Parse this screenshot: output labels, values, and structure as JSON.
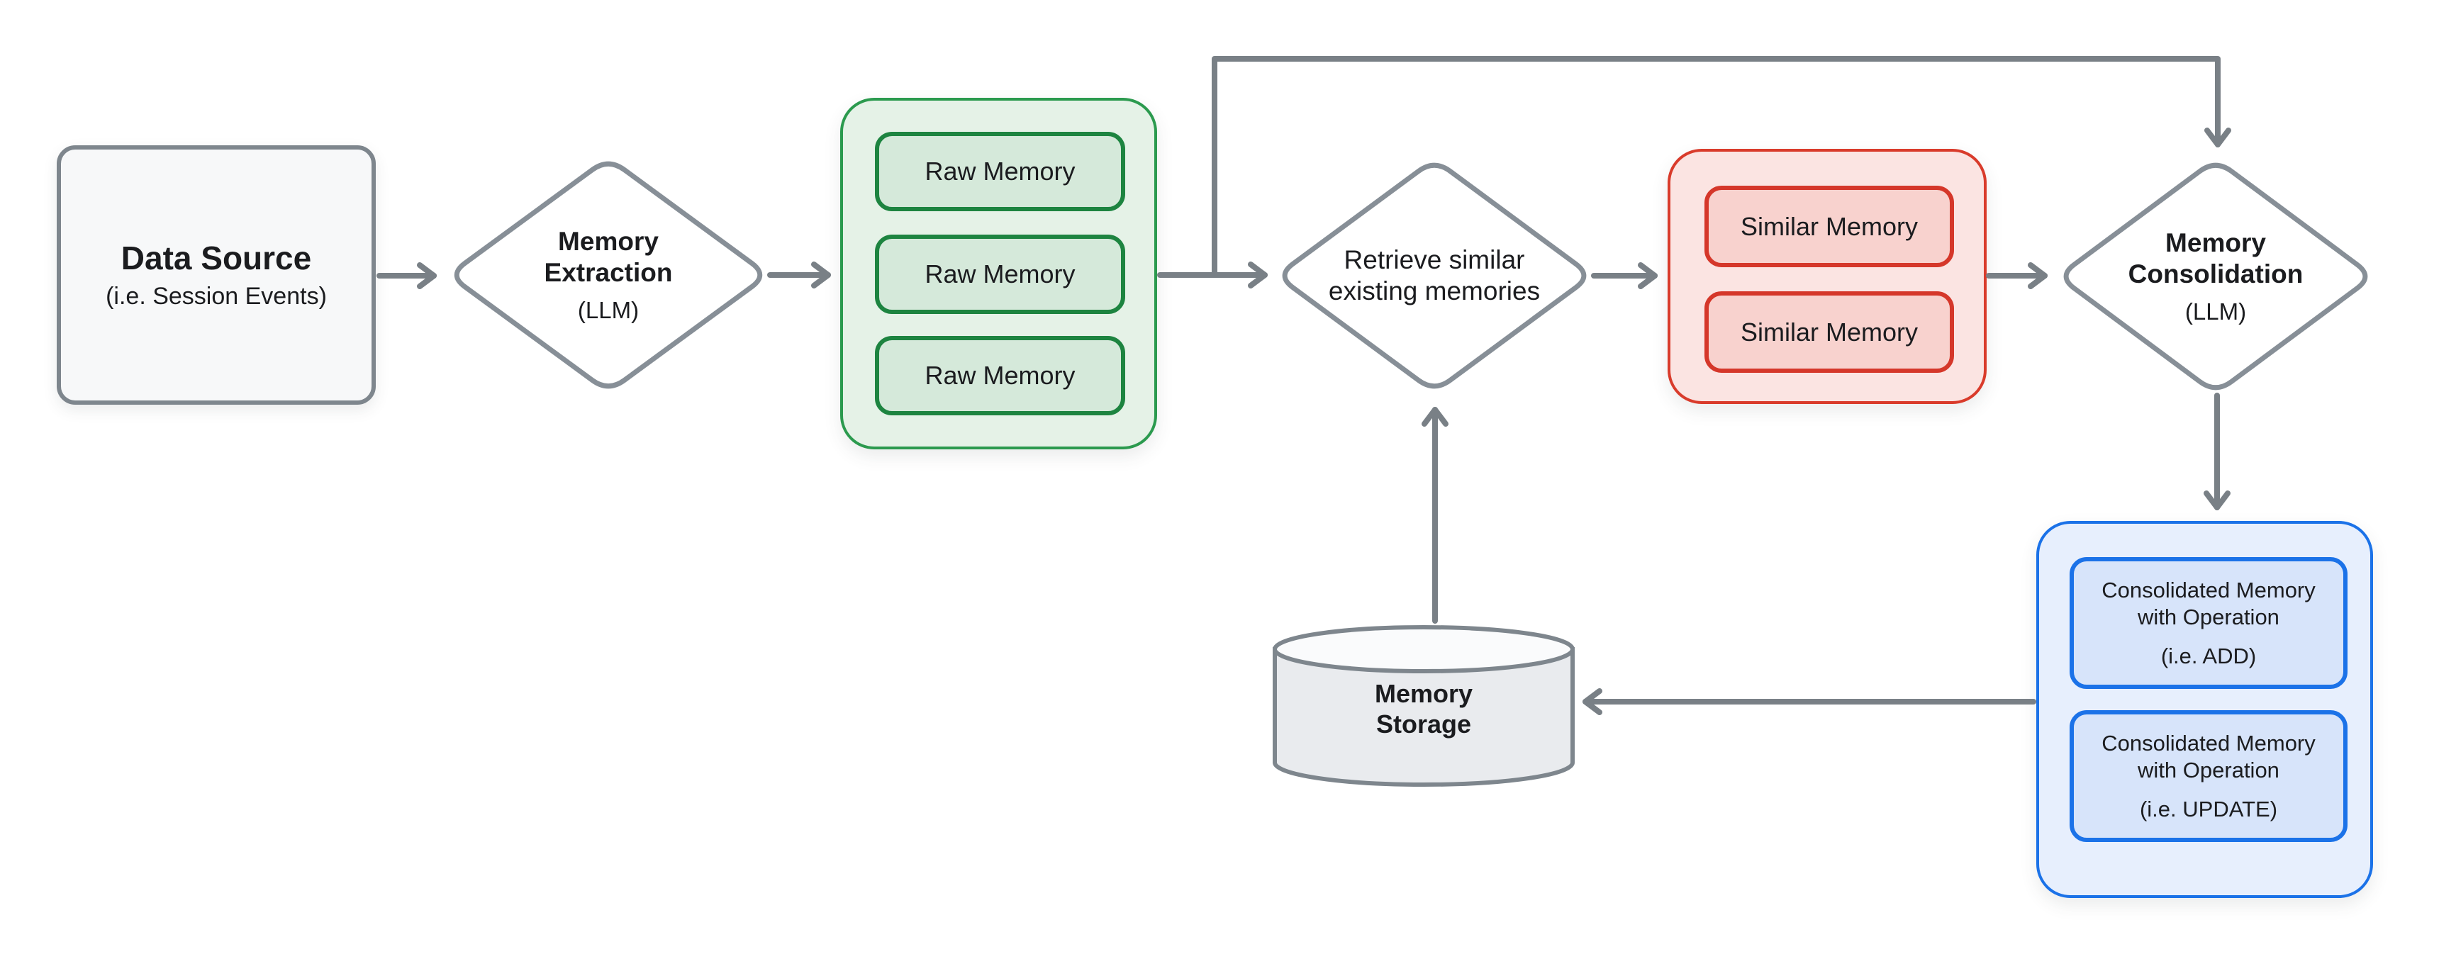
{
  "diagram": {
    "nodes": {
      "data_source": {
        "title": "Data Source",
        "subtitle": "(i.e. Session Events)"
      },
      "memory_extraction": {
        "title": "Memory Extraction",
        "subtitle": "(LLM)"
      },
      "raw_memories": {
        "items": [
          "Raw Memory",
          "Raw Memory",
          "Raw Memory"
        ]
      },
      "retrieve_similar": {
        "title": "Retrieve similar existing memories"
      },
      "similar_memories": {
        "items": [
          "Similar Memory",
          "Similar Memory"
        ]
      },
      "memory_consolidation": {
        "title": "Memory Consolidation",
        "subtitle": "(LLM)"
      },
      "consolidated_memories": {
        "items": [
          {
            "label": "Consolidated Memory with Operation",
            "example": "(i.e. ADD)"
          },
          {
            "label": "Consolidated Memory with Operation",
            "example": "(i.e. UPDATE)"
          }
        ]
      },
      "memory_storage": {
        "title": "Memory Storage"
      }
    },
    "colors": {
      "arrow_gray": "#798086",
      "shape_border_gray": "#878f97",
      "green_border": "#1d8440",
      "green_fill": "#d5e9da",
      "red_border": "#d5372a",
      "red_fill": "#f8d2ce",
      "blue_border": "#1b72e8",
      "blue_fill": "#d7e4fa",
      "neutral_fill": "#f7f8f9"
    }
  }
}
